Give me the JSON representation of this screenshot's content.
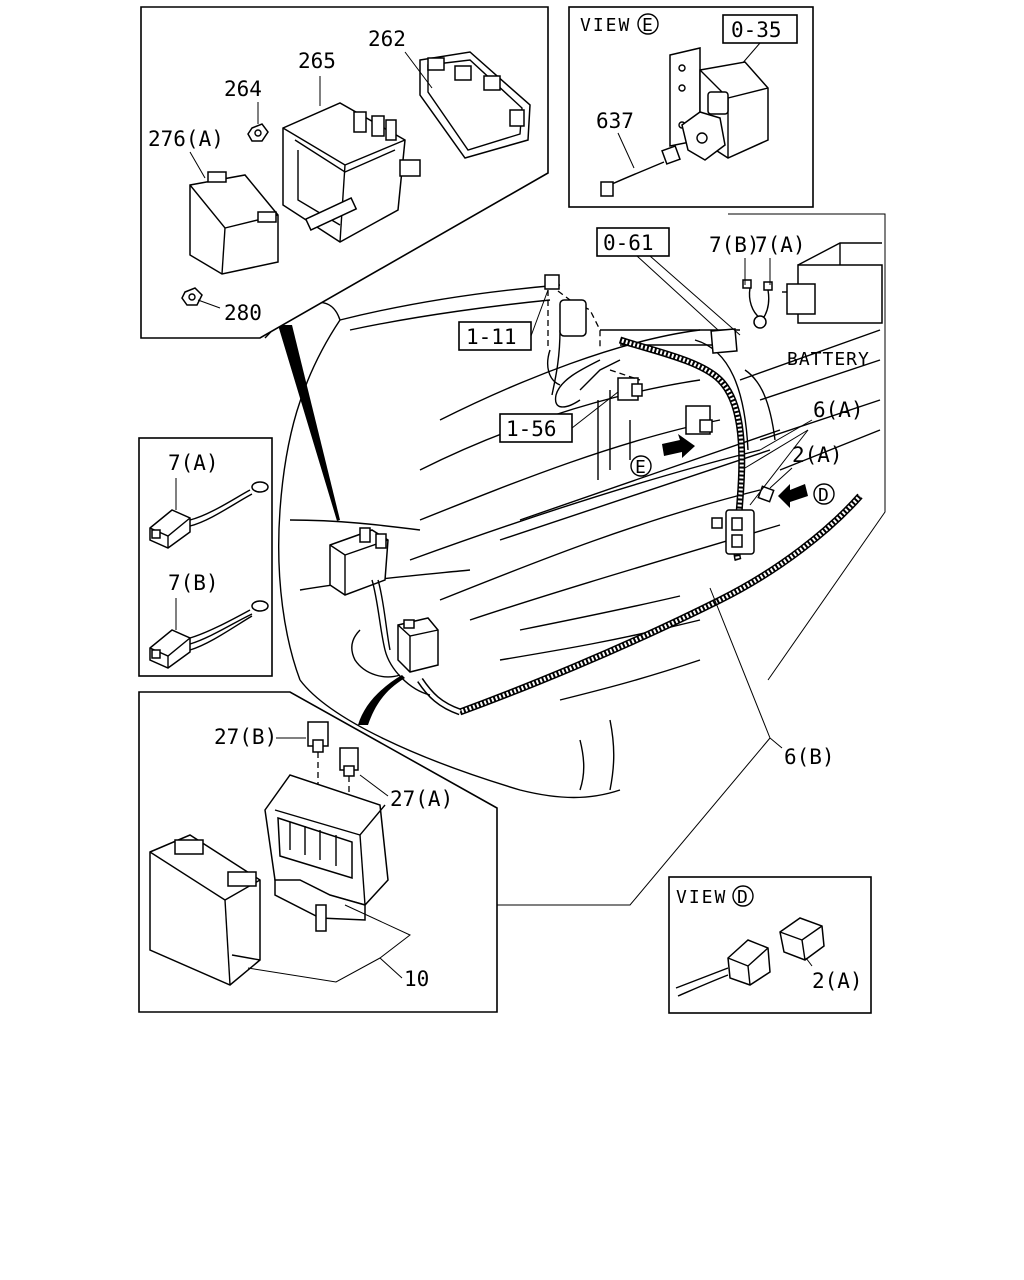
{
  "callouts": {
    "p262": "262",
    "p265": "265",
    "p264": "264",
    "p276a": "276(A)",
    "p280": "280",
    "view_e_title": "VIEW",
    "view_e_letter": "E",
    "ref_0_35": "0-35",
    "p637": "637",
    "ref_0_61": "0-61",
    "p7b_top": "7(B)",
    "p7a_top": "7(A)",
    "battery": "BATTERY",
    "ref_1_11": "1-11",
    "ref_1_56": "1-56",
    "p6a": "6(A)",
    "p2a_main": "2(A)",
    "arrow_e": "E",
    "arrow_d": "D",
    "p7a_left": "7(A)",
    "p7b_left": "7(B)",
    "p27b": "27(B)",
    "p27a": "27(A)",
    "p10": "10",
    "p6b": "6(B)",
    "view_d_title": "VIEW",
    "view_d_letter": "D",
    "p2a_view_d": "2(A)"
  }
}
